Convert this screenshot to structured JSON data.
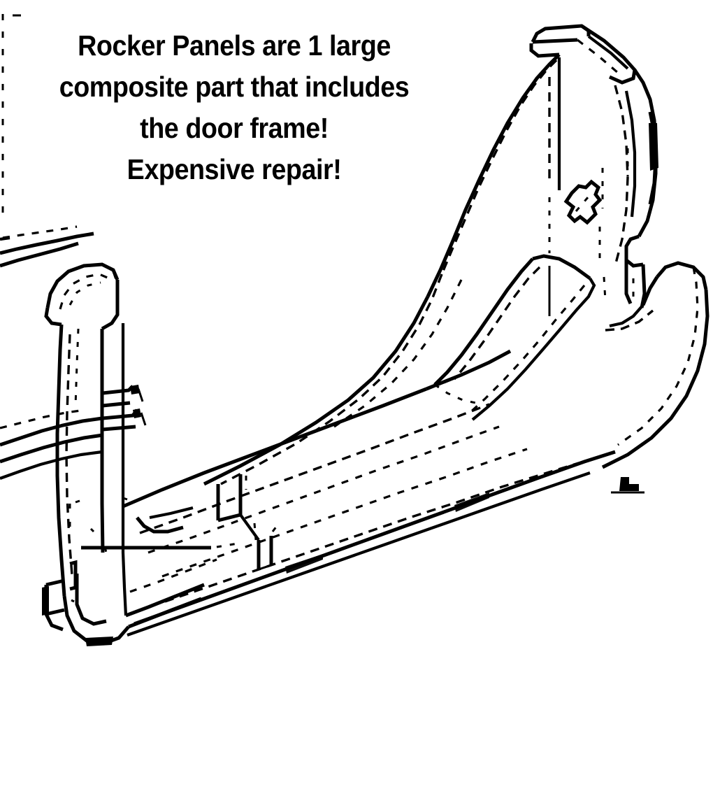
{
  "document": {
    "kind": "technical-line-drawing",
    "subject": "automotive rocker panel and B-pillar body-side assembly",
    "background_color": "#ffffff",
    "line_color": "#000000"
  },
  "caption": {
    "text": "Rocker Panels are 1 large\ncomposite part that includes\nthe door frame!\nExpensive repair!",
    "lines": [
      "Rocker Panels are 1 large",
      "composite part that includes",
      "the door frame!",
      "Expensive repair!"
    ],
    "align": "center",
    "weight": "bold",
    "color": "#000000"
  },
  "illustration": {
    "name": "rocker-panel-assembly-drawing",
    "style": "black outline line art, dashed hidden/contour lines, no fill",
    "parts": [
      {
        "name": "b-pillar-upper",
        "description": "tall tapered pillar rising to the top right with a capped top flange"
      },
      {
        "name": "b-pillar-outer-flange",
        "description": "narrow flange strip running down the right side of the pillar"
      },
      {
        "name": "pillar-access-hole",
        "description": "small irregular stamped slot near the middle of the pillar face"
      },
      {
        "name": "rocker-sill-long-panel",
        "description": "long sweeping sill panel running from lower left to lower right"
      },
      {
        "name": "front-hinge-pillar",
        "description": "vertical post at the left end with hooked upper tip"
      },
      {
        "name": "hinge-notch-tabs",
        "description": "stacked horizontal tabs on the hinge pillar for door hinge mounting"
      },
      {
        "name": "rear-wheel-arch-lip",
        "description": "curved lip at the lower right of the sill"
      },
      {
        "name": "sill-splice-seam",
        "description": "vertical splice seam line crossing the sill near the middle"
      },
      {
        "name": "edge-reference-line",
        "description": "thin dashed vertical reference line at the far left edge"
      },
      {
        "name": "detail-mark",
        "description": "small isolated solid mark to the right of the sill"
      }
    ]
  }
}
